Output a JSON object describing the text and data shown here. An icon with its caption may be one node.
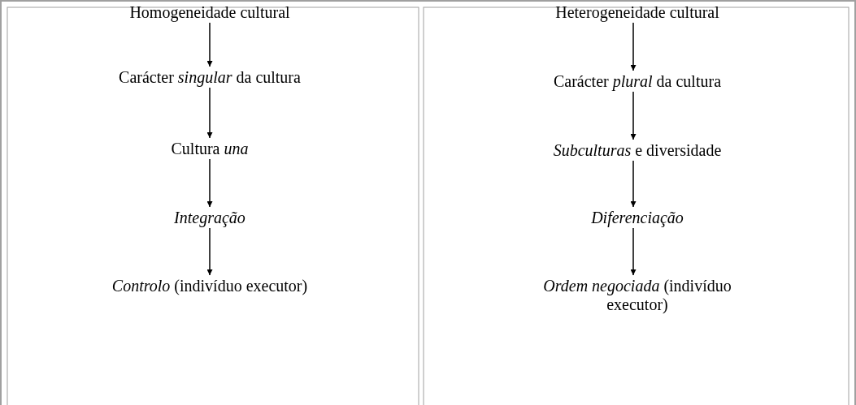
{
  "diagram": {
    "nodes": [
      {
        "text": [
          "Homogeneidade cultural"
        ]
      },
      {
        "text": [
          "Carácter *singular* da cultura"
        ]
      },
      {
        "text": [
          "Cultura *una*"
        ]
      },
      {
        "text": [
          "*Integração*"
        ]
      },
      {
        "text": [
          "*Controlo* (indivíduo executor)"
        ]
      },
      {
        "text": [
          "Heterogeneidade cultural"
        ]
      },
      {
        "text": [
          "Carácter *plural* da cultura"
        ]
      },
      {
        "text": [
          "*Subculturas* e diversidade"
        ]
      },
      {
        "text": [
          "*Diferenciação*"
        ]
      },
      {
        "text": [
          "*Ordem negociada* (indivíduo executor)"
        ]
      }
    ],
    "edges": [
      {
        "from": 0,
        "to": 1,
        "arrow": "to"
      },
      {
        "from": 1,
        "to": 2,
        "arrow": "to"
      },
      {
        "from": 2,
        "to": 3,
        "arrow": "to"
      },
      {
        "from": 3,
        "to": 4,
        "arrow": "to"
      },
      {
        "from": 5,
        "to": 6,
        "arrow": "to"
      },
      {
        "from": 6,
        "to": 7,
        "arrow": "to"
      },
      {
        "from": 7,
        "to": 8,
        "arrow": "to"
      },
      {
        "from": 8,
        "to": 9,
        "arrow": "to"
      }
    ]
  }
}
